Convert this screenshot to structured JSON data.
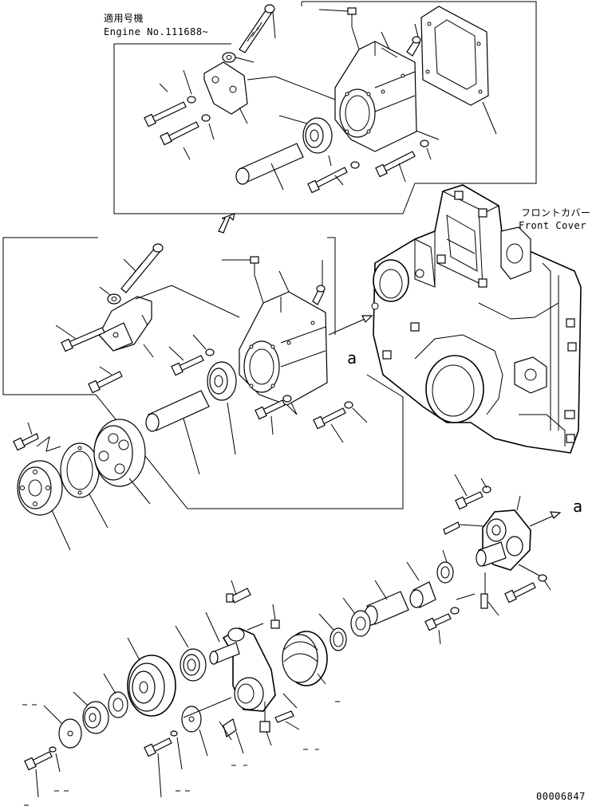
{
  "notes": {
    "applicable_jp": "適用号機",
    "engine_no": "Engine No.111688~",
    "front_cover_jp": "フロントカバー",
    "front_cover_en": "Front Cover",
    "ref_a1": "a",
    "ref_a2": "a",
    "drawing_no": "00006847"
  }
}
